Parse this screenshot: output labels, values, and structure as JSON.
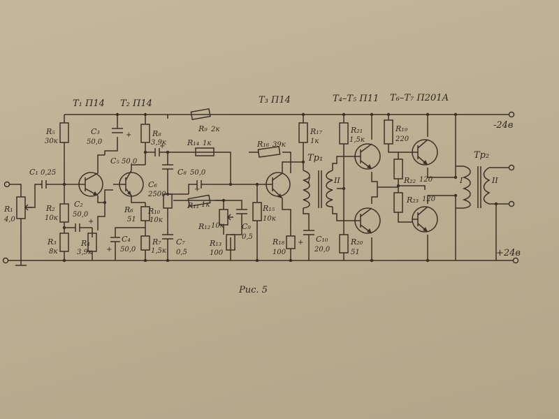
{
  "figure": {
    "caption": "Рис. 5",
    "transistor_labels": [
      "T₁ П14",
      "T₂ П14",
      "T₃ П14",
      "T₄–T₅ П11",
      "T₆–T₇ П201А"
    ],
    "rail_labels": {
      "negative": "-24в",
      "positive": "+24в"
    },
    "transformer_labels": {
      "tr1": "Tр₁",
      "tr2": "Tр₂",
      "winding_1": "I",
      "winding_2": "II"
    },
    "components": [
      {
        "ref": "R₁",
        "value": "4,0"
      },
      {
        "ref": "C₁",
        "value": "0,25"
      },
      {
        "ref": "R₅",
        "value": "30к"
      },
      {
        "ref": "R₂",
        "value": "10к"
      },
      {
        "ref": "R₃",
        "value": "8к"
      },
      {
        "ref": "C₂",
        "value": "50,0"
      },
      {
        "ref": "R₄",
        "value": "3,9к"
      },
      {
        "ref": "C₃",
        "value": "50,0"
      },
      {
        "ref": "R₈",
        "value": "3,9к"
      },
      {
        "ref": "C₅",
        "value": "50,0"
      },
      {
        "ref": "R₆",
        "value": "51"
      },
      {
        "ref": "R₇",
        "value": "1,5к"
      },
      {
        "ref": "C₄",
        "value": "50,0"
      },
      {
        "ref": "C₆",
        "value": "2500"
      },
      {
        "ref": "R₁₀",
        "value": "10к"
      },
      {
        "ref": "C₇",
        "value": "0,5"
      },
      {
        "ref": "R₉",
        "value": "2к"
      },
      {
        "ref": "R₁₄",
        "value": "1к"
      },
      {
        "ref": "C₈",
        "value": "50,0"
      },
      {
        "ref": "R₁₁",
        "value": "1к"
      },
      {
        "ref": "R₁₂",
        "value": "10к"
      },
      {
        "ref": "C₉",
        "value": "0,5"
      },
      {
        "ref": "R₁₃",
        "value": "100"
      },
      {
        "ref": "R₁₆",
        "value": "39к"
      },
      {
        "ref": "R₁₅",
        "value": "10к"
      },
      {
        "ref": "R₁₇",
        "value": "1к"
      },
      {
        "ref": "R₁₈",
        "value": "100"
      },
      {
        "ref": "C₁₀",
        "value": "20,0"
      },
      {
        "ref": "R₂₁",
        "value": "1,5к"
      },
      {
        "ref": "R₂₀",
        "value": "51"
      },
      {
        "ref": "R₁₉",
        "value": "220"
      },
      {
        "ref": "R₂₂",
        "value": "120"
      },
      {
        "ref": "R₂₃",
        "value": "120"
      }
    ]
  }
}
